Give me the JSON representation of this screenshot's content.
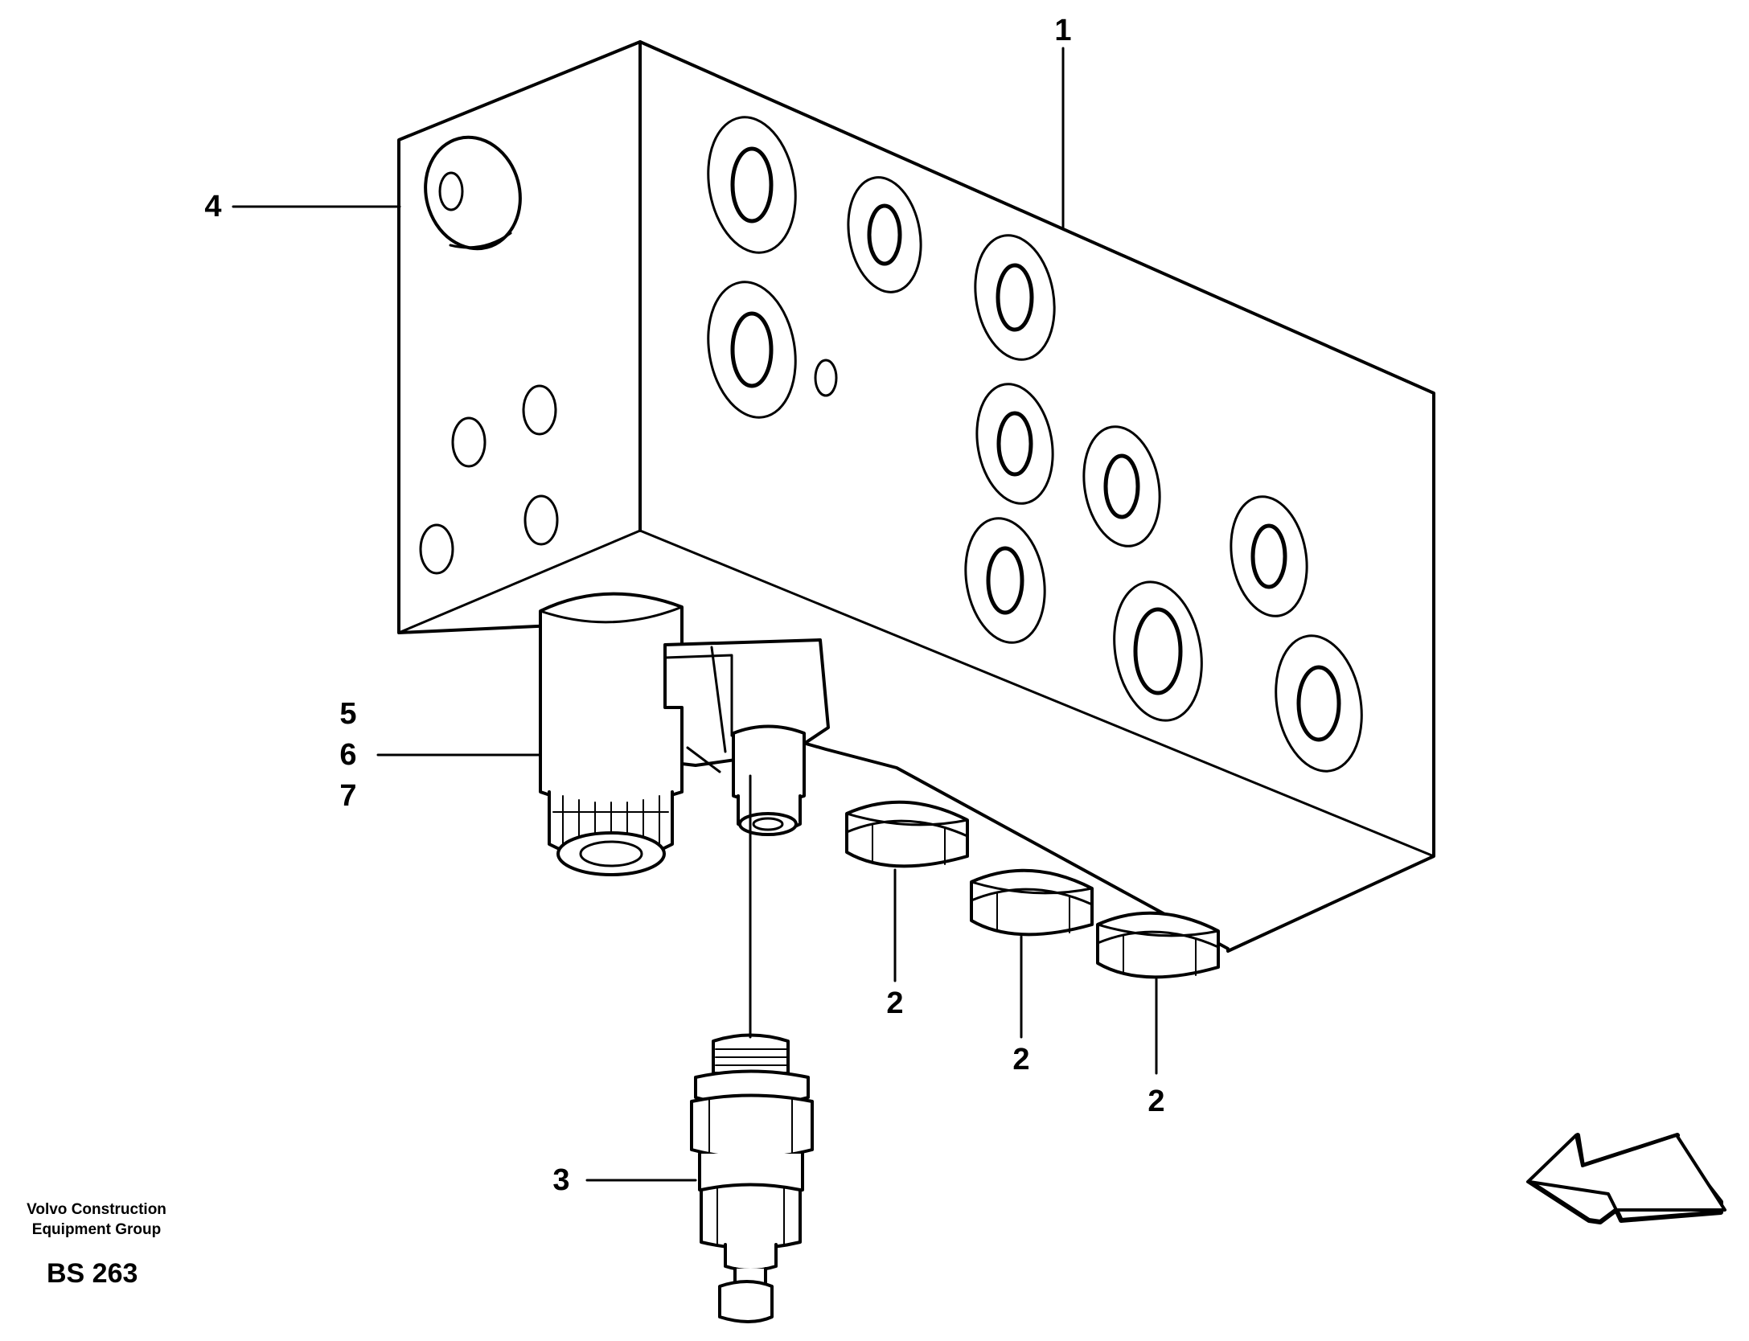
{
  "callouts": {
    "c1": "1",
    "c2a": "2",
    "c2b": "2",
    "c2c": "2",
    "c3": "3",
    "c4": "4",
    "c5": "5",
    "c6": "6",
    "c7": "7"
  },
  "footer": {
    "company_line1": "Volvo Construction",
    "company_line2": "Equipment Group",
    "figure_code": "BS 263"
  }
}
